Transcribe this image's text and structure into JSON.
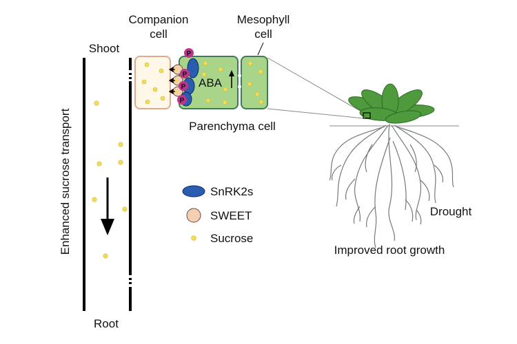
{
  "labels": {
    "companion_cell": [
      "Companion",
      "cell"
    ],
    "mesophyll_cell": [
      "Mesophyll",
      "cell"
    ],
    "shoot": "Shoot",
    "root": "Root",
    "parenchyma_cell": "Parenchyma cell",
    "aba": "ABA",
    "transport": "Enhanced sucrose transport",
    "drought": "Drought",
    "root_growth": "Improved root growth",
    "phospho": "P"
  },
  "legend": [
    {
      "key": "snrk2",
      "label": "SnRK2s",
      "color": "#2a5db0"
    },
    {
      "key": "sweet",
      "label": "SWEET",
      "color": "#f3cfb4"
    },
    {
      "key": "sucrose",
      "label": "Sucrose",
      "color": "#f0de5a"
    }
  ],
  "colors": {
    "companion_fill": "#fff7e8",
    "companion_stroke": "#e1a98c",
    "cell_fill": "#a8d58a",
    "cell_stroke": "#3d7a55",
    "phospho": "#c0358c",
    "leaf": "#4f9a3d",
    "root_line": "#777777"
  }
}
